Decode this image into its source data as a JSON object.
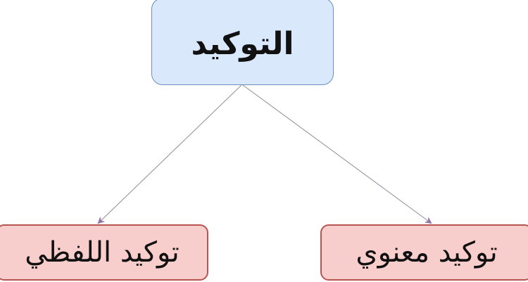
{
  "diagram": {
    "type": "tree",
    "root": {
      "label": "التوكيد",
      "fill": "#dae8fc",
      "stroke": "#6c8ebf"
    },
    "children": [
      {
        "label": "توكيد اللفظي",
        "fill": "#f8cecc",
        "stroke": "#b85450",
        "position": "left"
      },
      {
        "label": "توكيد معنوي",
        "fill": "#f8cecc",
        "stroke": "#b85450",
        "position": "right"
      }
    ],
    "edge_color": "#8c7aa8",
    "arrow_color": "#9673a6"
  }
}
